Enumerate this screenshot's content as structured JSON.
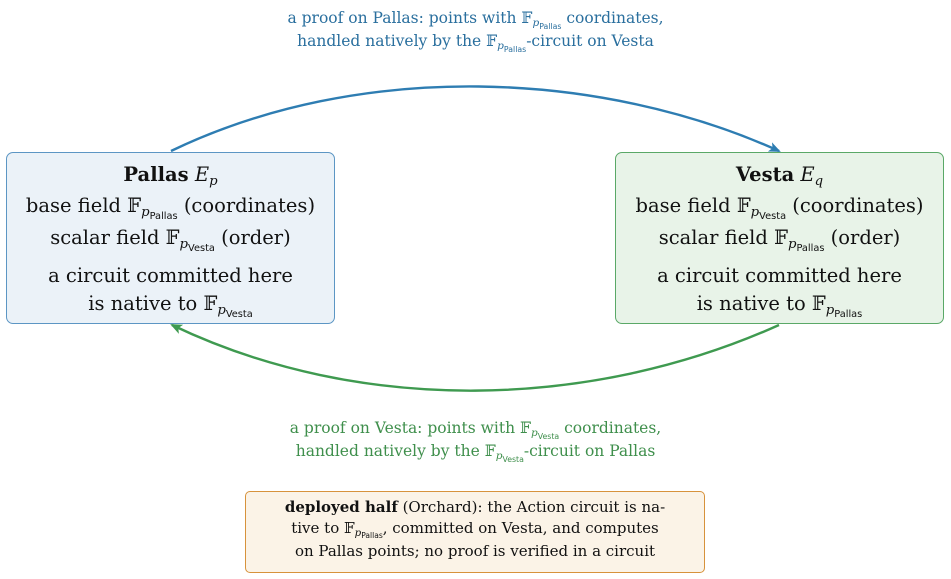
{
  "colors": {
    "pallas": "#2e7db2",
    "vesta": "#3f9a50",
    "note": "#d7923b"
  },
  "top_caption": {
    "line1_pre": "a proof on Pallas: points with ",
    "line1_post": " coordinates,",
    "line2_pre": "handled natively by the ",
    "line2_post": "-circuit on Vesta"
  },
  "bottom_caption": {
    "line1_pre": "a proof on Vesta: points with ",
    "line1_post": " coordinates,",
    "line2_pre": "handled natively by the ",
    "line2_post": "-circuit on Pallas"
  },
  "symbols": {
    "field": "𝔽",
    "p": "p",
    "pallas": "Pallas",
    "vesta": "Vesta"
  },
  "pallas_box": {
    "name": "Pallas",
    "curve": "E",
    "curve_sub": "p",
    "base_pre": "base field ",
    "base_post": " (coordinates)",
    "scalar_pre": "scalar field ",
    "scalar_post": " (order)",
    "circuit_line1": "a circuit committed here",
    "circuit_line2_pre": "is native to "
  },
  "vesta_box": {
    "name": "Vesta",
    "curve": "E",
    "curve_sub": "q",
    "base_pre": "base field ",
    "base_post": " (coordinates)",
    "scalar_pre": "scalar field ",
    "scalar_post": " (order)",
    "circuit_line1": "a circuit committed here",
    "circuit_line2_pre": "is native to "
  },
  "note": {
    "bold": "deployed half",
    "line1_rest": " (Orchard): the Action circuit is na-",
    "line2_pre": "tive to ",
    "line2_post": ", committed on Vesta, and computes",
    "line3": "on Pallas points; no proof is verified in a circuit"
  }
}
